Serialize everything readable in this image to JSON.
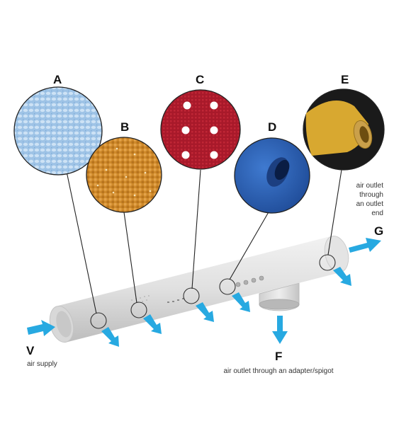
{
  "labels": {
    "A": "A",
    "B": "B",
    "C": "C",
    "D": "D",
    "E": "E",
    "G": "G",
    "F": "F",
    "V": "V"
  },
  "captions": {
    "V": "air supply",
    "F": "air outlet through an adapter/spigot",
    "E": [
      "air outlet",
      "through",
      "an outlet",
      "end"
    ]
  },
  "colors": {
    "arrow": "#27a9e1",
    "duct": "#e3e3e3",
    "fabric_A": "#9ec3e6",
    "fabric_B": "#d18b2c",
    "fabric_C": "#a8192a",
    "fabric_D": "#2e62b5",
    "fabric_E": "#d8a830"
  }
}
